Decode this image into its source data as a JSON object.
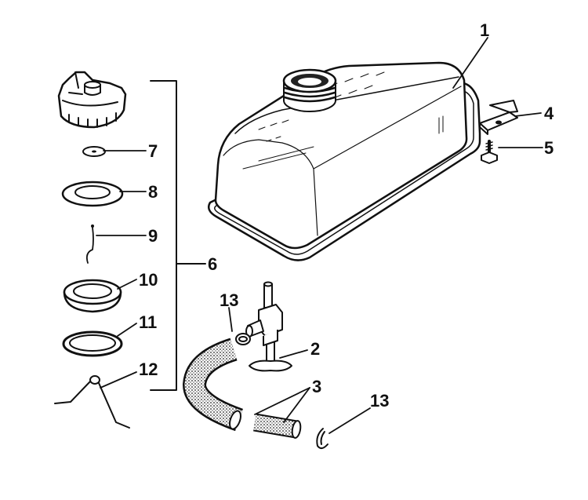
{
  "diagram": {
    "callouts": [
      {
        "id": "c1",
        "text": "1"
      },
      {
        "id": "c2",
        "text": "2"
      },
      {
        "id": "c3",
        "text": "3"
      },
      {
        "id": "c4",
        "text": "4"
      },
      {
        "id": "c5",
        "text": "5"
      },
      {
        "id": "c6",
        "text": "6"
      },
      {
        "id": "c7",
        "text": "7"
      },
      {
        "id": "c8",
        "text": "8"
      },
      {
        "id": "c9",
        "text": "9"
      },
      {
        "id": "c10",
        "text": "10"
      },
      {
        "id": "c11",
        "text": "11"
      },
      {
        "id": "c12",
        "text": "12"
      },
      {
        "id": "c13a",
        "text": "13"
      },
      {
        "id": "c13b",
        "text": "13"
      }
    ]
  }
}
